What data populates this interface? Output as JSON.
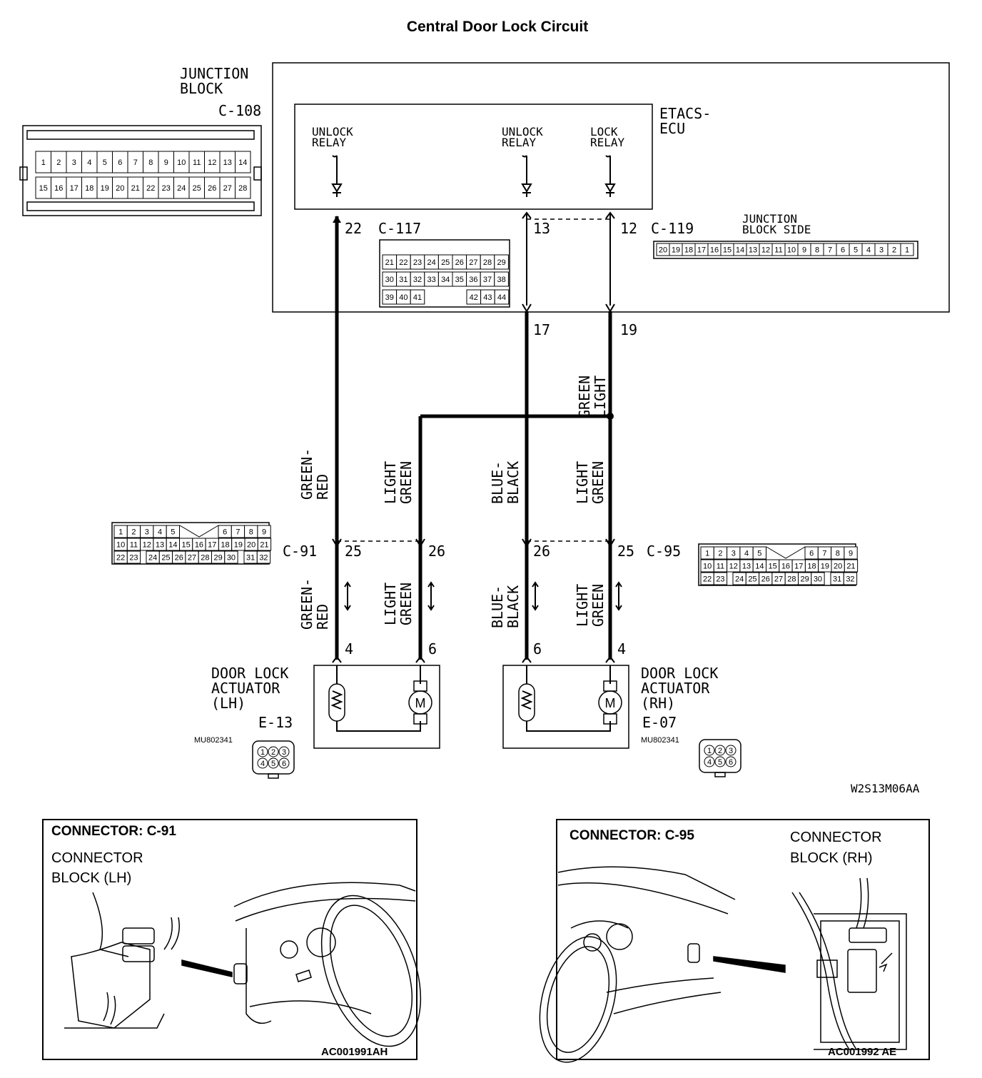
{
  "title": "Central Door Lock Circuit",
  "junction_block": {
    "label_line1": "JUNCTION",
    "label_line2": "BLOCK",
    "connector": "C-108",
    "pins_row1": [
      "1",
      "2",
      "3",
      "4",
      "5",
      "6",
      "7",
      "8",
      "9",
      "10",
      "11",
      "12",
      "13",
      "14"
    ],
    "pins_row2": [
      "15",
      "16",
      "17",
      "18",
      "19",
      "20",
      "21",
      "22",
      "23",
      "24",
      "25",
      "26",
      "27",
      "28"
    ]
  },
  "ecu": {
    "label_line1": "ETACS-",
    "label_line2": "ECU",
    "relays": [
      {
        "line1": "UNLOCK",
        "line2": "RELAY"
      },
      {
        "line1": "UNLOCK",
        "line2": "RELAY"
      },
      {
        "line1": "LOCK",
        "line2": "RELAY"
      }
    ]
  },
  "c117": {
    "label": "C-117",
    "pin": "22",
    "rows": [
      [
        "21",
        "22",
        "23",
        "24",
        "25",
        "26",
        "27",
        "28",
        "29"
      ],
      [
        "30",
        "31",
        "32",
        "33",
        "34",
        "35",
        "36",
        "37",
        "38"
      ],
      [
        "39",
        "40",
        "41",
        "42",
        "43",
        "44"
      ]
    ]
  },
  "c119": {
    "label": "C-119",
    "side_line1": "JUNCTION",
    "side_line2": "BLOCK SIDE",
    "pin_a": "13",
    "pin_b": "12",
    "pins": [
      "20",
      "19",
      "18",
      "17",
      "16",
      "15",
      "14",
      "13",
      "12",
      "11",
      "10",
      "9",
      "8",
      "7",
      "6",
      "5",
      "4",
      "3",
      "2",
      "1"
    ]
  },
  "jb_pins": {
    "a": "17",
    "b": "19"
  },
  "wires": {
    "green_red_1": "GREEN-",
    "green_red_2": "RED",
    "light_1": "LIGHT",
    "light_2": "GREEN",
    "blue_1": "BLUE-",
    "blue_2": "BLACK"
  },
  "c91": {
    "label": "C-91",
    "pin_a": "25",
    "pin_b": "26",
    "row1": [
      "1",
      "2",
      "3",
      "4",
      "5",
      "6",
      "7",
      "8",
      "9"
    ],
    "row2": [
      "10",
      "11",
      "12",
      "13",
      "14",
      "15",
      "16",
      "17",
      "18",
      "19",
      "20",
      "21"
    ],
    "row3": [
      "22",
      "23",
      "24",
      "25",
      "26",
      "27",
      "28",
      "29",
      "30",
      "31",
      "32"
    ]
  },
  "c95": {
    "label": "C-95",
    "pin_a": "26",
    "pin_b": "25",
    "row1": [
      "1",
      "2",
      "3",
      "4",
      "5",
      "6",
      "7",
      "8",
      "9"
    ],
    "row2": [
      "10",
      "11",
      "12",
      "13",
      "14",
      "15",
      "16",
      "17",
      "18",
      "19",
      "20",
      "21"
    ],
    "row3": [
      "22",
      "23",
      "24",
      "25",
      "26",
      "27",
      "28",
      "29",
      "30",
      "31",
      "32"
    ]
  },
  "actuator_lh": {
    "line1": "DOOR LOCK",
    "line2": "ACTUATOR",
    "line3": "(LH)",
    "connector": "E-13",
    "part": "MU802341",
    "pin_a": "4",
    "pin_b": "6"
  },
  "actuator_rh": {
    "line1": "DOOR LOCK",
    "line2": "ACTUATOR",
    "line3": "(RH)",
    "connector": "E-07",
    "part": "MU802341",
    "pin_a": "6",
    "pin_b": "4"
  },
  "motor_symbol": "M",
  "plug_pins": [
    "1",
    "2",
    "3",
    "4",
    "5",
    "6"
  ],
  "figure_code": "W2S13M06AA",
  "panel_lh": {
    "heading": "CONNECTOR: C-91",
    "line1": "CONNECTOR",
    "line2": "BLOCK (LH)",
    "code": "AC001991AH"
  },
  "panel_rh": {
    "heading": "CONNECTOR: C-95",
    "line1": "CONNECTOR",
    "line2": "BLOCK (RH)",
    "code": "AC001992 AE"
  }
}
